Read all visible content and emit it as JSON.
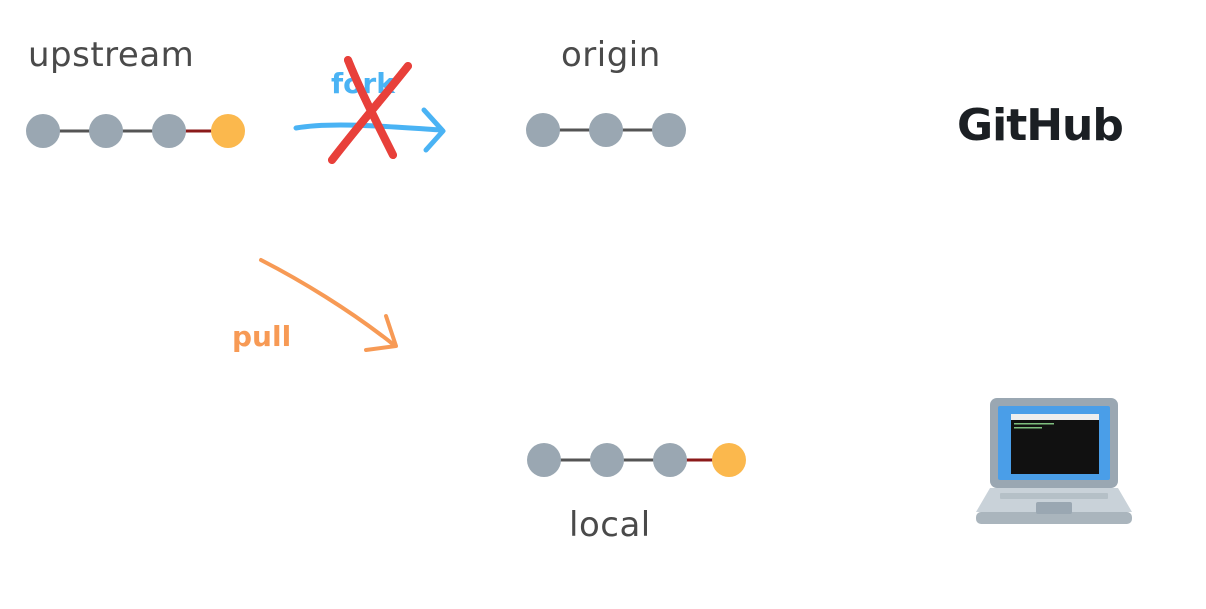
{
  "nodes": {
    "upstream": {
      "label": "upstream",
      "commits": 4,
      "new_commits": 1
    },
    "origin": {
      "label": "origin",
      "commits": 3,
      "new_commits": 0
    },
    "local": {
      "label": "local",
      "commits": 4,
      "new_commits": 1
    }
  },
  "actions": {
    "fork": {
      "label": "fork",
      "crossed_out": true,
      "color": "#4ab3f4",
      "cross_color": "#e8403a"
    },
    "pull": {
      "label": "pull",
      "color": "#f79a55"
    }
  },
  "platforms": {
    "remote": {
      "logo_text": "GitHub",
      "icon": "github-logo"
    },
    "local": {
      "icon": "laptop-icon"
    }
  },
  "colors": {
    "commit": "#9aa7b2",
    "new_commit": "#fbb84d",
    "link": "#555555",
    "new_link": "#8b1a1a",
    "label": "#4a4a4a"
  }
}
